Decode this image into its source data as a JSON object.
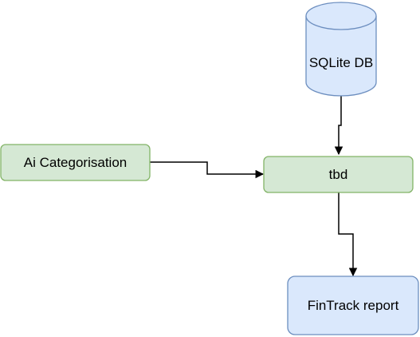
{
  "nodes": {
    "sqlite_db": {
      "label": "SQLite DB",
      "shape": "cylinder",
      "fill": "#dae8fc",
      "stroke": "#6c8ebf"
    },
    "ai_categorisation": {
      "label": "Ai Categorisation",
      "shape": "rounded-rectangle",
      "fill": "#d5e8d4",
      "stroke": "#82b366"
    },
    "tbd": {
      "label": "tbd",
      "shape": "rounded-rectangle",
      "fill": "#d5e8d4",
      "stroke": "#82b366"
    },
    "fintrack_report": {
      "label": "FinTrack report",
      "shape": "rounded-rectangle",
      "fill": "#dae8fc",
      "stroke": "#6c8ebf"
    }
  },
  "edges": [
    {
      "from": "sqlite_db",
      "to": "tbd"
    },
    {
      "from": "ai_categorisation",
      "to": "tbd"
    },
    {
      "from": "tbd",
      "to": "fintrack_report"
    }
  ],
  "edge_color": "#000000"
}
